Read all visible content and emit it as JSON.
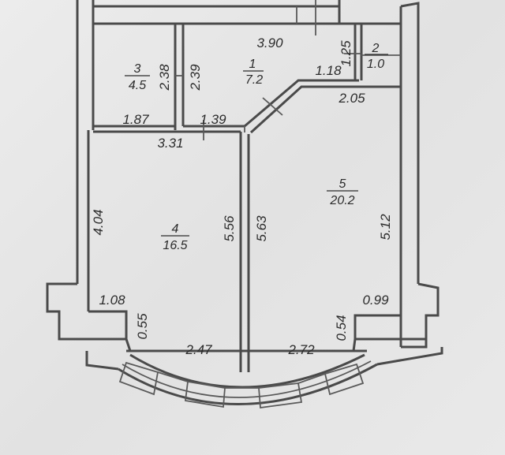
{
  "rooms": [
    {
      "number": "1",
      "area": "7.2"
    },
    {
      "number": "2",
      "area": "1.0"
    },
    {
      "number": "3",
      "area": "4.5"
    },
    {
      "number": "4",
      "area": "16.5"
    },
    {
      "number": "5",
      "area": "20.2"
    }
  ],
  "dimensions": {
    "d390": "3.90",
    "d125": "1.25",
    "d118": "1.18",
    "d205": "2.05",
    "d238": "2.38",
    "d239": "2.39",
    "d187": "1.87",
    "d139": "1.39",
    "d331": "3.31",
    "d404": "4.04",
    "d556": "5.56",
    "d563": "5.63",
    "d512": "5.12",
    "d108": "1.08",
    "d099": "0.99",
    "d055": "0.55",
    "d054": "0.54",
    "d247": "2.47",
    "d272": "2.72"
  }
}
